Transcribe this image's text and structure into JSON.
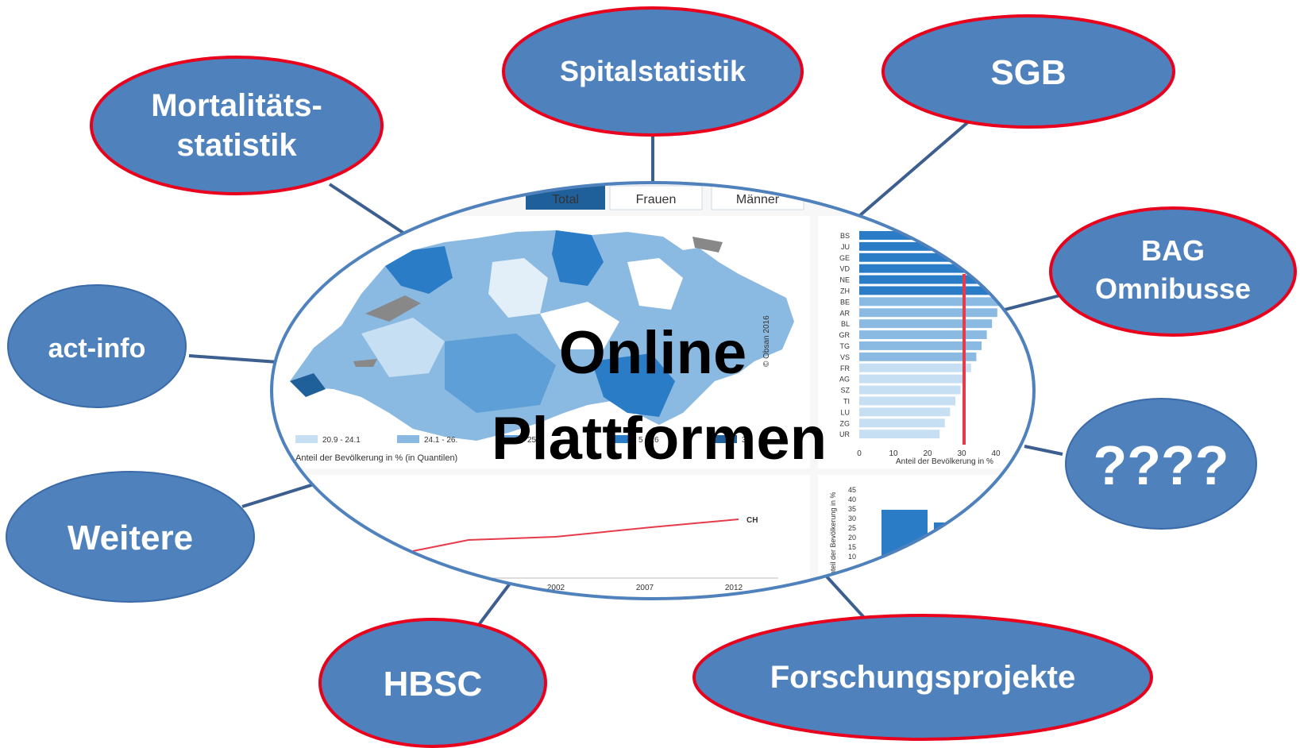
{
  "colors": {
    "node_fill": "#4f81bd",
    "node_border_red": "#e8001c",
    "node_border_blue": "#3a6aa8",
    "connector": "#3c5f8f",
    "center_border": "#4f81bd"
  },
  "center": {
    "title_line1": "Online",
    "title_line2": "Plattformen",
    "screenshot": {
      "tabs": [
        "Total",
        "Frauen",
        "Männer"
      ],
      "map_legend": [
        "20.9 - 24.1",
        "24.1 - 26.",
        "25",
        "5 - 26",
        "33"
      ],
      "map_caption": "Anteil der Bevölkerung in % (in Quantilen)",
      "copyright": "© Obsan 2016",
      "bar_cantons": [
        "BS",
        "JU",
        "GE",
        "VD",
        "NE",
        "ZH",
        "BE",
        "AR",
        "BL",
        "GR",
        "TG",
        "VS",
        "FR",
        "AG",
        "SZ",
        "TI",
        "LU",
        "ZG",
        "UR"
      ],
      "bar_axis_ticks": [
        "0",
        "10",
        "20",
        "30",
        "40"
      ],
      "bar_axis_label": "Anteil der Bevölkerung in %",
      "line_years": [
        "2002",
        "2007",
        "2012"
      ],
      "line_label": "CH",
      "col_ticks": [
        "45",
        "40",
        "35",
        "30",
        "25",
        "20",
        "15",
        "10"
      ],
      "col_axis_label": "Anteil der Bevölkerung in %"
    }
  },
  "nodes": [
    {
      "id": "mortalitaet",
      "lines": [
        "Mortalitäts-",
        "statistik"
      ]
    },
    {
      "id": "spital",
      "lines": [
        "Spitalstatistik"
      ]
    },
    {
      "id": "sgb",
      "lines": [
        "SGB"
      ]
    },
    {
      "id": "bag",
      "lines": [
        "BAG",
        "Omnibusse"
      ]
    },
    {
      "id": "actinfo",
      "lines": [
        "act-info"
      ]
    },
    {
      "id": "fragezeichen",
      "lines": [
        "????"
      ]
    },
    {
      "id": "weitere",
      "lines": [
        "Weitere"
      ]
    },
    {
      "id": "hbsc",
      "lines": [
        "HBSC"
      ]
    },
    {
      "id": "forschung",
      "lines": [
        "Forschungsprojekte"
      ]
    }
  ]
}
